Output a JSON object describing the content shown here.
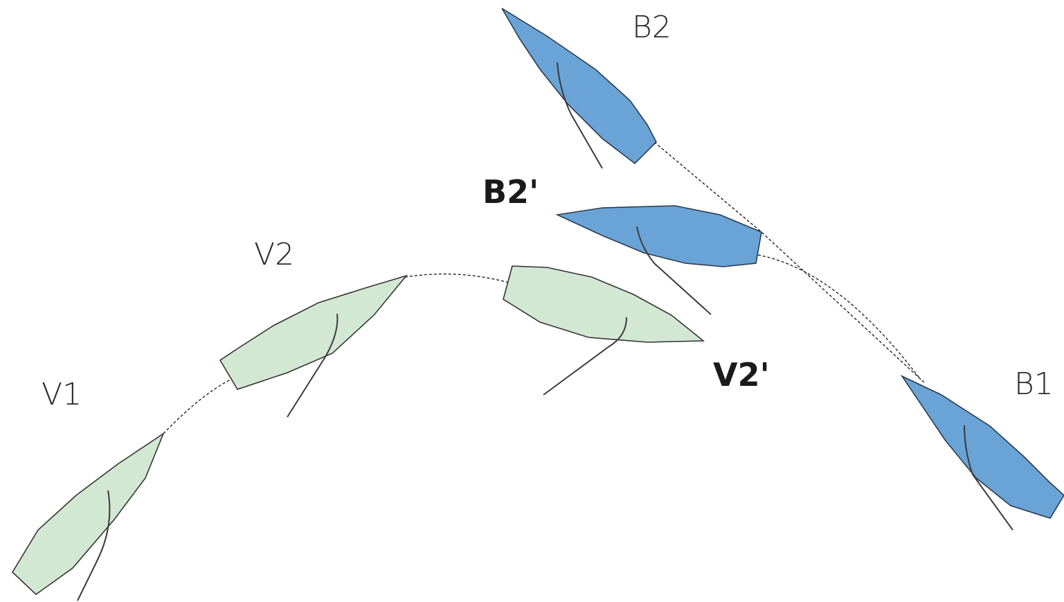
{
  "colors": {
    "green_boat": "#d3e8d2",
    "blue_boat": "#6aa3d6",
    "outline": "#333333",
    "background": "#ffffff"
  },
  "labels": {
    "v1": "V1",
    "v2": "V2",
    "v2_prime": "V2'",
    "b1": "B1",
    "b2": "B2",
    "b2_prime": "B2'"
  }
}
